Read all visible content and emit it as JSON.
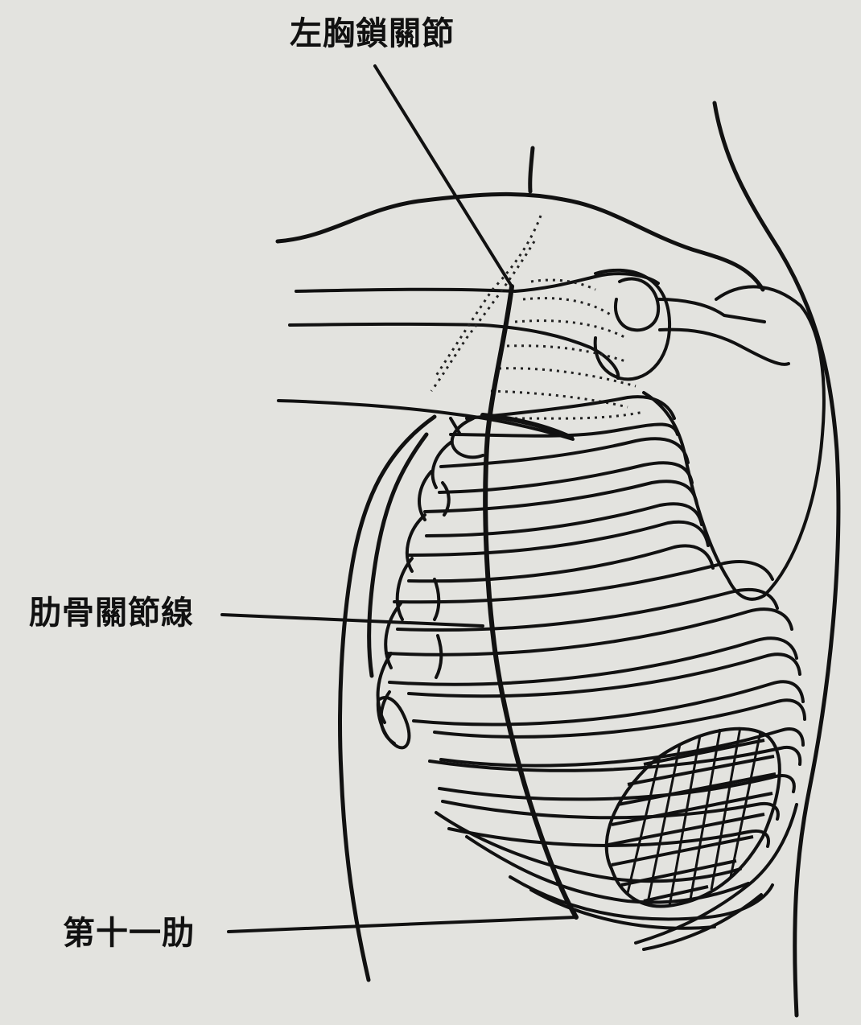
{
  "labels": {
    "sternoclavicular_joint": "左胸鎖關節",
    "costochondral_line": "肋骨關節線",
    "tenth_rib": "第十一肋"
  }
}
